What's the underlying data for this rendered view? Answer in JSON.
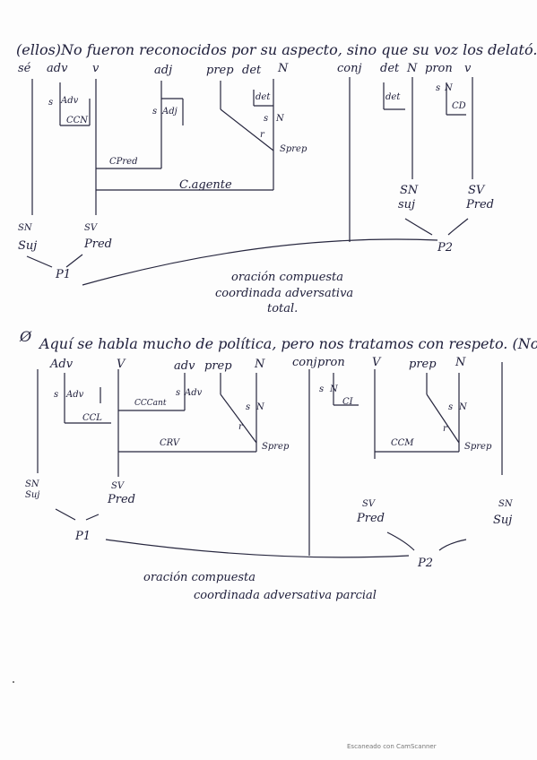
{
  "section1": {
    "sentence": "(ellos)No fueron reconocidos por su aspecto, sino que su voz los delató.",
    "tags": {
      "se": "sé",
      "adv": "adv",
      "v": "v",
      "adj": "adj",
      "prep": "prep",
      "det1": "det",
      "n1": "N",
      "conj": "conj",
      "det2": "det",
      "n2": "N",
      "pron": "pron",
      "v2": "v"
    },
    "labels": {
      "s_adv": "s",
      "adv_box": "Adv",
      "ccn": "CCN",
      "s_adj": "s",
      "adj_box": "Adj",
      "det_box": "det",
      "s_n1": "s",
      "n_box1": "N",
      "r1": "r",
      "sprep": "Sprep",
      "cpred": "CPred",
      "cagente": "C.agente",
      "det_box2": "det",
      "s_n2": "s",
      "n_box2": "N",
      "cd": "CD",
      "sn_right": "SN",
      "suj_right": "suj",
      "sv_right": "SV",
      "pred_right": "Pred",
      "sn_left": "SN",
      "suj_left": "Suj",
      "sv_left": "SV",
      "pred_left": "Pred",
      "p1": "P1",
      "p2": "P2"
    },
    "caption": [
      "oración compuesta",
      "coordinada adversativa",
      "total."
    ]
  },
  "section2": {
    "marker": "Ø",
    "sentence": "Aquí se habla mucho de política, pero nos tratamos con respeto. (Nos)",
    "tags": {
      "adv": "Adv",
      "v": "V",
      "adv2": "adv",
      "prep": "prep",
      "n": "N",
      "conj": "conj",
      "pron": "pron",
      "v2": "V",
      "prep2": "prep",
      "n2": "N"
    },
    "labels": {
      "s_adv": "s",
      "adv_box": "Adv",
      "ccl": "CCL",
      "cccant": "CCCant",
      "s_adv2": "s",
      "adv_box2": "Adv",
      "s_n": "s",
      "n_box": "N",
      "r1": "r",
      "sprep1": "Sprep",
      "crv": "CRV",
      "s_n2": "s",
      "n_box2": "N",
      "ci": "CI",
      "s_n3": "s",
      "n_box3": "N",
      "r2": "r",
      "sprep2": "Sprep",
      "cch": "CCM",
      "sn_left": "SN",
      "suj_left": "Suj",
      "sv_left": "SV",
      "pred_left": "Pred",
      "sv_right": "SV",
      "pred_right": "Pred",
      "sn_right": "SN",
      "suj_right": "Suj",
      "p1": "P1",
      "p2": "P2"
    },
    "caption": [
      "oración compuesta",
      "coordinada adversativa parcial"
    ]
  },
  "footer": "Escaneado con CamScanner"
}
